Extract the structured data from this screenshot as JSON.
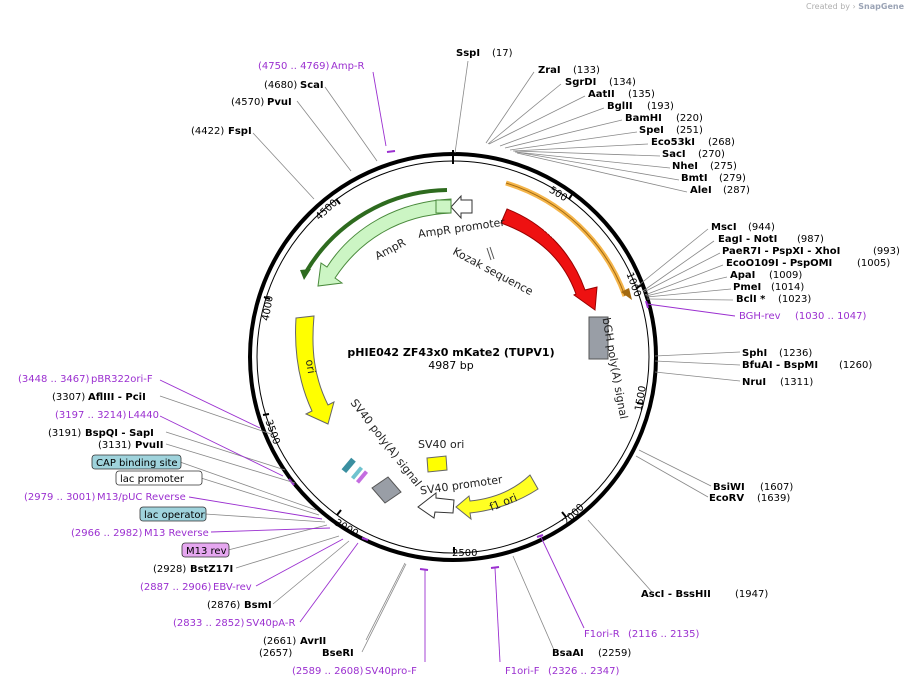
{
  "credit": {
    "prefix": "Created by",
    "brand": "SnapGene"
  },
  "title": "pHIE042 ZF43x0 mKate2 (TUPV1)",
  "size_label": "4987 bp",
  "ticks": [
    "500",
    "1000",
    "1500",
    "2000",
    "2500",
    "3000",
    "3500",
    "4000",
    "4500"
  ],
  "features": {
    "mkate2": "mKate2",
    "bgh": "bGH poly(A) signal",
    "kozak": "Kozak sequence",
    "ampr_promoter": "AmpR promoter",
    "ampr": "AmpR",
    "ori": "ori",
    "sv40pa": "SV40 poly(A) signal",
    "sv40ori": "SV40 ori",
    "sv40prom": "SV40 promoter",
    "f1ori": "f1 ori"
  },
  "colors": {
    "mkate2": "#ee1111",
    "ampr": "#ccf5c4",
    "ori": "#ffff00",
    "f1ori": "#ffff22",
    "primer": "#9b30d0",
    "orange_primer": "#f5b54a",
    "green_primer": "#2e6b1f"
  },
  "sites_top": [
    {
      "name": "SspI",
      "pos": "(17)"
    }
  ],
  "sites_right": [
    {
      "name": "ZraI",
      "pos": "(133)"
    },
    {
      "name": "SgrDI",
      "pos": "(134)"
    },
    {
      "name": "AatII",
      "pos": "(135)"
    },
    {
      "name": "BglII",
      "pos": "(193)"
    },
    {
      "name": "BamHI",
      "pos": "(220)"
    },
    {
      "name": "SpeI",
      "pos": "(251)"
    },
    {
      "name": "Eco53kI",
      "pos": "(268)"
    },
    {
      "name": "SacI",
      "pos": "(270)"
    },
    {
      "name": "NheI",
      "pos": "(275)"
    },
    {
      "name": "BmtI",
      "pos": "(279)"
    },
    {
      "name": "AleI",
      "pos": "(287)"
    },
    {
      "name": "MscI",
      "pos": "(944)"
    },
    {
      "name": "EagI  - NotI",
      "pos": "(987)"
    },
    {
      "name": "PaeR7I  - PspXI  - XhoI",
      "pos": "(993)"
    },
    {
      "name": "EcoO109I  - PspOMI",
      "pos": "(1005)"
    },
    {
      "name": "ApaI",
      "pos": "(1009)"
    },
    {
      "name": "PmeI",
      "pos": "(1014)"
    },
    {
      "name": "BclI *",
      "pos": "(1023)"
    },
    {
      "name": "SphI",
      "pos": "(1236)"
    },
    {
      "name": "BfuAI  - BspMI",
      "pos": "(1260)"
    },
    {
      "name": "NruI",
      "pos": "(1311)"
    },
    {
      "name": "BsiWI",
      "pos": "(1607)"
    },
    {
      "name": "EcoRV",
      "pos": "(1639)"
    },
    {
      "name": "AscI  - BssHII",
      "pos": "(1947)"
    },
    {
      "name": "BsaAI",
      "pos": "(2259)"
    }
  ],
  "sites_left": [
    {
      "name": "ScaI",
      "pos": "(4680)"
    },
    {
      "name": "PvuI",
      "pos": "(4570)"
    },
    {
      "name": "FspI",
      "pos": "(4422)"
    },
    {
      "name": "AflIII  - PciI",
      "pos": "(3307)"
    },
    {
      "name": "BspQI  - SapI",
      "pos": "(3191)"
    },
    {
      "name": "PvuII",
      "pos": "(3131)"
    },
    {
      "name": "BstZ17I",
      "pos": "(2928)"
    },
    {
      "name": "BsmI",
      "pos": "(2876)"
    },
    {
      "name": "AvrII",
      "pos": "(2661)"
    },
    {
      "name": "BseRI",
      "pos": "(2657)"
    }
  ],
  "primers": [
    {
      "range": "(4750 .. 4769)",
      "name": "Amp-R"
    },
    {
      "range": "(1030 .. 1047)",
      "name": "BGH-rev"
    },
    {
      "range": "(3448 .. 3467)",
      "name": "pBR322ori-F"
    },
    {
      "range": "(3197 .. 3214)",
      "name": "L4440"
    },
    {
      "range": "(2979 .. 3001)",
      "name": "M13/pUC Reverse"
    },
    {
      "range": "(2966 .. 2982)",
      "name": "M13 Reverse"
    },
    {
      "range": "(2887 .. 2906)",
      "name": "EBV-rev"
    },
    {
      "range": "(2833 .. 2852)",
      "name": "SV40pA-R"
    },
    {
      "range": "(2589 .. 2608)",
      "name": "SV40pro-F"
    },
    {
      "range": "(2326 .. 2347)",
      "name": "F1ori-F"
    },
    {
      "range": "(2116 .. 2135)",
      "name": "F1ori-R"
    }
  ],
  "boxed_features": [
    {
      "name": "CAP binding site",
      "fill": "#9fd3dc"
    },
    {
      "name": "lac promoter",
      "fill": "#ffffff"
    },
    {
      "name": "lac operator",
      "fill": "#9fd3dc"
    },
    {
      "name": "M13 rev",
      "fill": "#e6a7f0"
    }
  ]
}
